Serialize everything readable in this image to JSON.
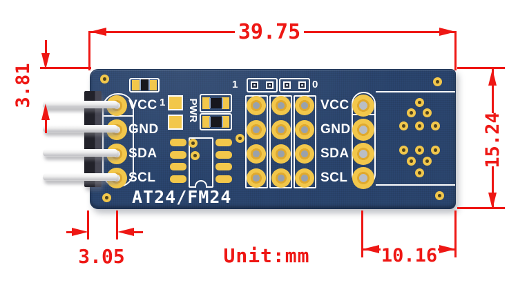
{
  "diagram": {
    "unit_text": "Unit:mm",
    "dim_board_width": "39.75",
    "dim_board_height": "15.24",
    "dim_pin_from_top": "3.81",
    "dim_pad_from_left": "3.05",
    "dim_right_header_to_edge": "10.16"
  },
  "board": {
    "title": "AT24/FM24",
    "left_labels": [
      "VCC",
      "GND",
      "SDA",
      "SCL"
    ],
    "right_labels": [
      "VCC",
      "GND",
      "SDA",
      "SCL"
    ],
    "pwr_label": "PWR",
    "jumper_left_label": "1",
    "jumper_right_label": "0",
    "addr_pad_label": "1"
  },
  "colors": {
    "dim_red": "#ee1714",
    "board_blue": "#2b466f",
    "board_edge": "#1d3355",
    "pad_yellow": "#f2c74b",
    "pad_dark": "#dfa92f",
    "hole_gray": "#99a1ab",
    "silk_white": "#ffffff",
    "conn_light": "#474753",
    "comp_black": "#17171d",
    "sheen": "#93aace"
  }
}
